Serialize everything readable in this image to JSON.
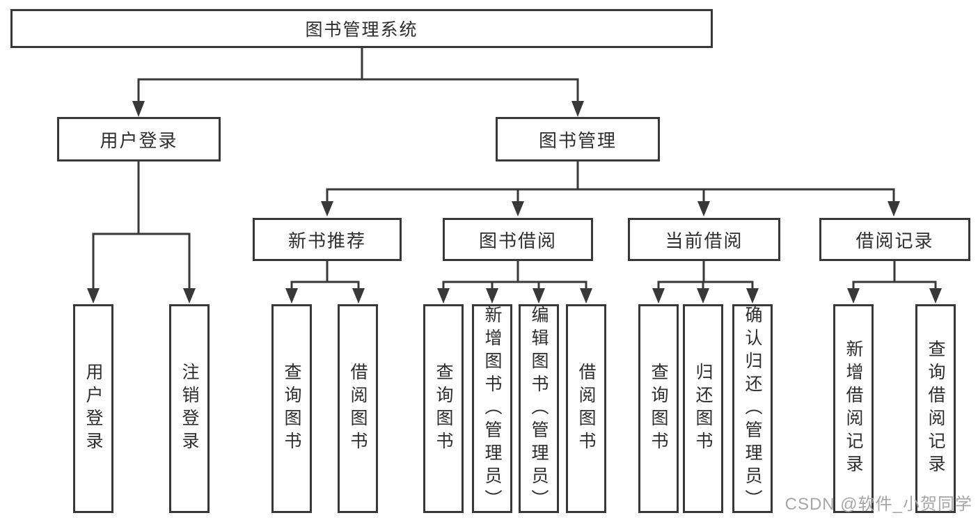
{
  "tree": {
    "label": "图书管理系统",
    "children": [
      {
        "label": "用户登录",
        "children": [
          {
            "label": "用户登录"
          },
          {
            "label": "注销登录"
          }
        ]
      },
      {
        "label": "图书管理",
        "children": [
          {
            "label": "新书推荐",
            "children": [
              {
                "label": "查询图书"
              },
              {
                "label": "借阅图书"
              }
            ]
          },
          {
            "label": "图书借阅",
            "children": [
              {
                "label": "查询图书"
              },
              {
                "label": "新增图书（管理员）"
              },
              {
                "label": "编辑图书（管理员）"
              },
              {
                "label": "借阅图书"
              }
            ]
          },
          {
            "label": "当前借阅",
            "children": [
              {
                "label": "查询图书"
              },
              {
                "label": "归还图书"
              },
              {
                "label": "确认归还（管理员）"
              }
            ]
          },
          {
            "label": "借阅记录",
            "children": [
              {
                "label": "新增借阅记录"
              },
              {
                "label": "查询借阅记录"
              }
            ]
          }
        ]
      }
    ]
  },
  "watermark": {
    "text": "CSDN @软件_小贺同学"
  },
  "colors": {
    "line": "#383838",
    "text": "#2d2d2d",
    "background": "#ffffff",
    "watermark": "#a6a6a6"
  }
}
